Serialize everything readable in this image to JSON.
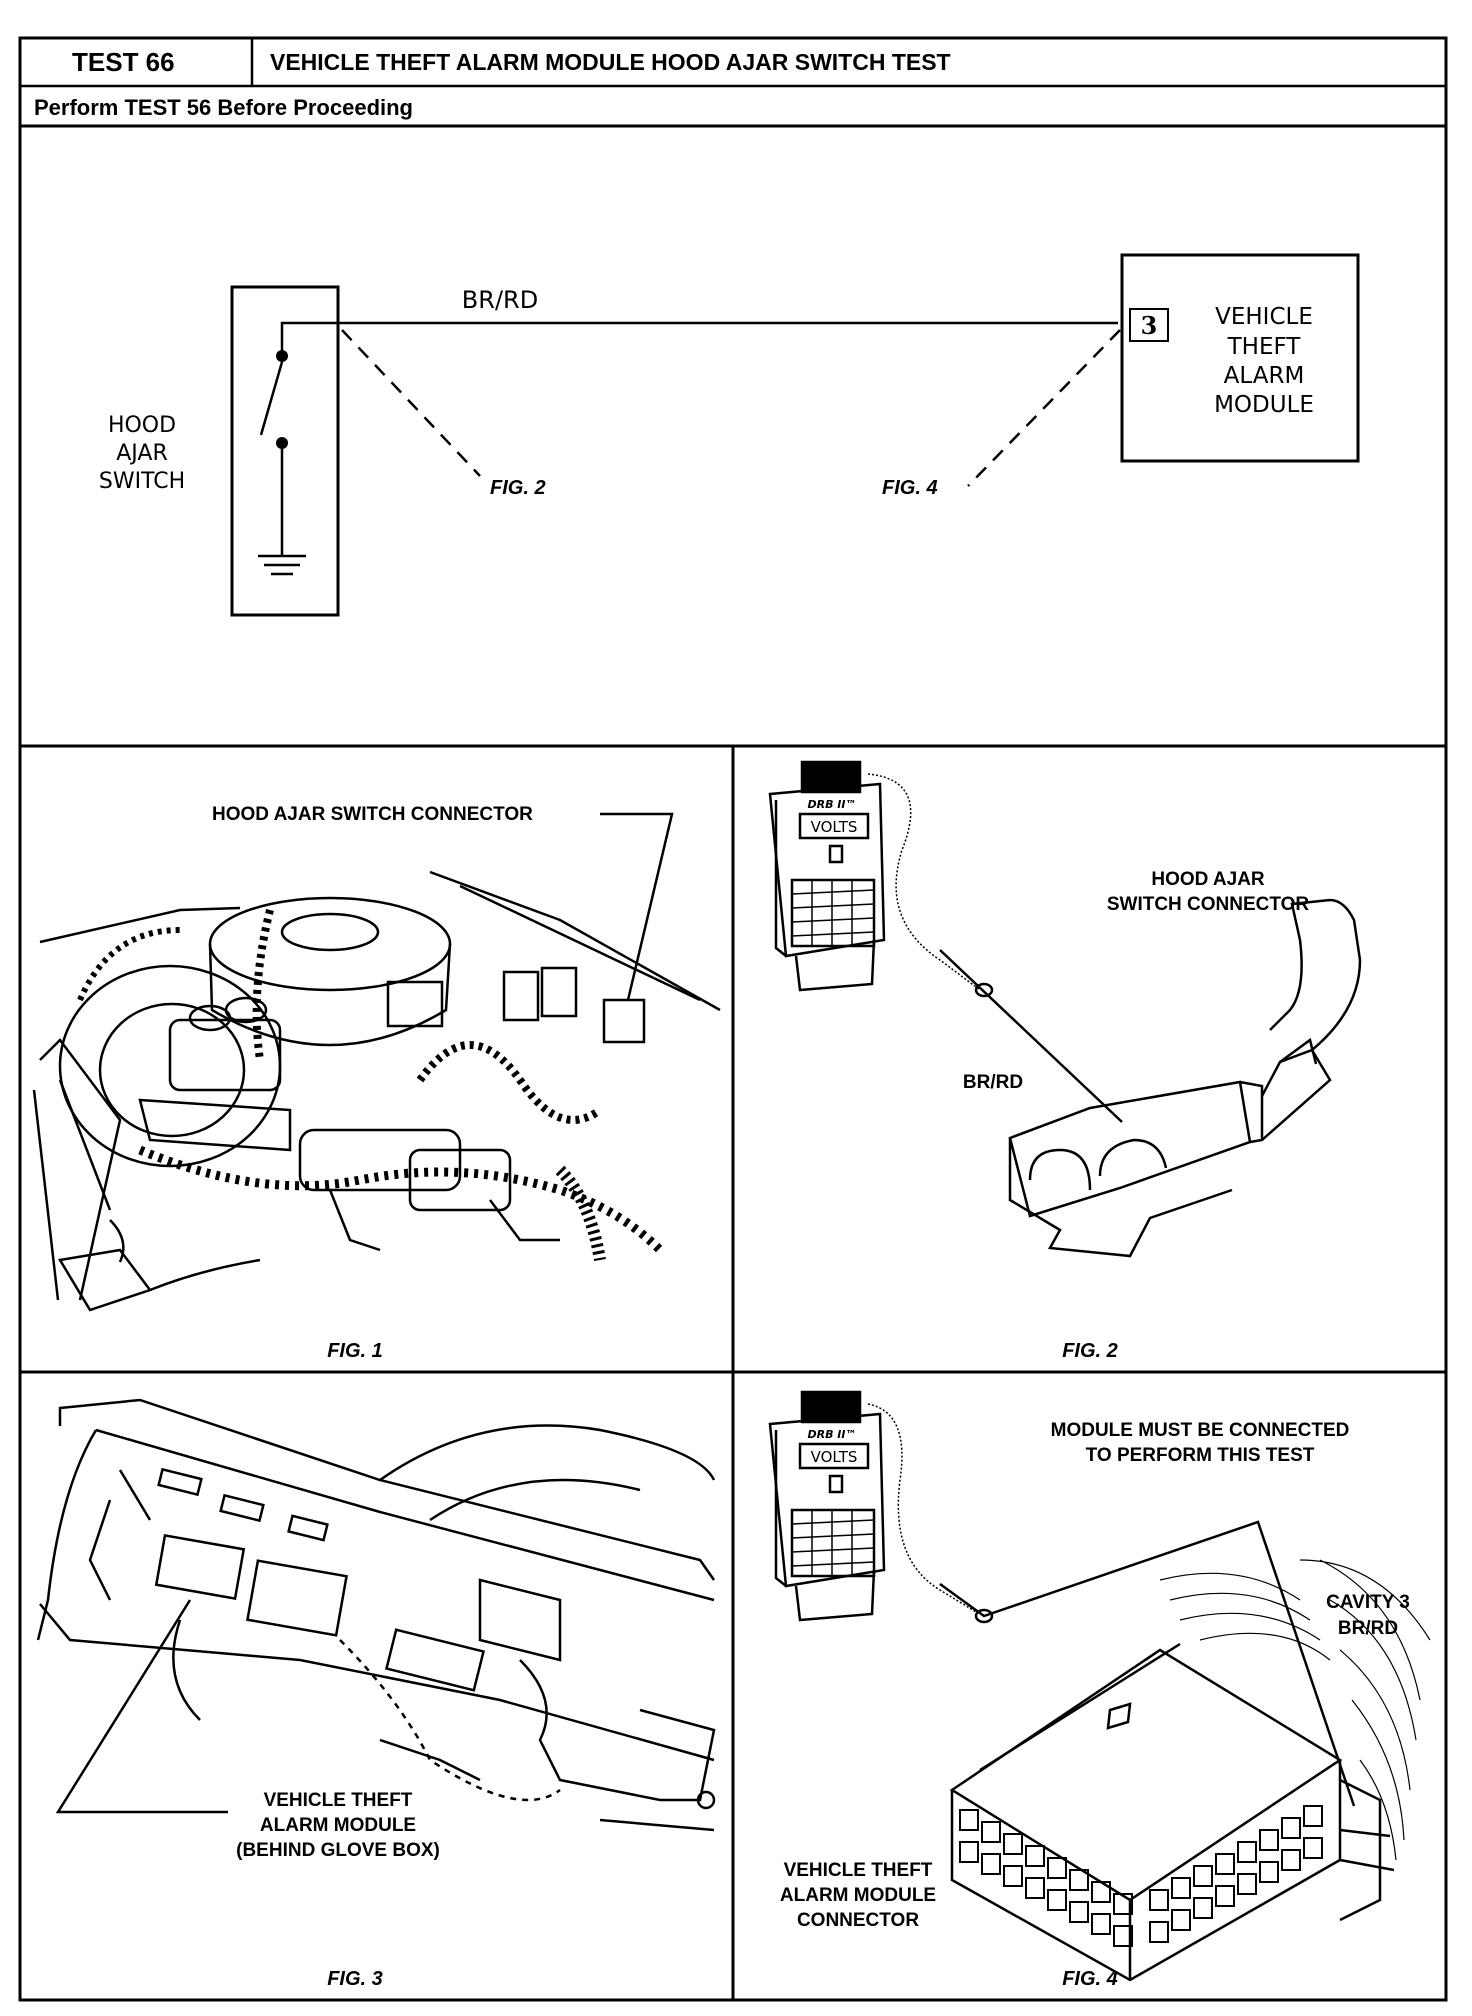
{
  "header": {
    "test_number": "TEST 66",
    "title": "VEHICLE THEFT ALARM MODULE HOOD AJAR SWITCH TEST",
    "prerequisite": "Perform TEST 56 Before Proceeding"
  },
  "schematic": {
    "switch_label": [
      "HOOD",
      "AJAR",
      "SWITCH"
    ],
    "wire_label": "BR/RD",
    "module_pin": "3",
    "module_label": [
      "VEHICLE",
      "THEFT",
      "ALARM",
      "MODULE"
    ],
    "callout_left": "FIG. 2",
    "callout_right": "FIG. 4"
  },
  "figures": {
    "fig1": {
      "caption": "FIG. 1",
      "label": "HOOD AJAR SWITCH CONNECTOR"
    },
    "fig2": {
      "caption": "FIG. 2",
      "label": [
        "HOOD AJAR",
        "SWITCH CONNECTOR"
      ],
      "wire": "BR/RD"
    },
    "fig3": {
      "caption": "FIG. 3",
      "label": [
        "VEHICLE THEFT",
        "ALARM MODULE",
        "(BEHIND GLOVE BOX)"
      ]
    },
    "fig4": {
      "caption": "FIG. 4",
      "note": [
        "MODULE MUST BE CONNECTED",
        "TO PERFORM THIS TEST"
      ],
      "cavity": [
        "CAVITY 3",
        "BR/RD"
      ],
      "connector_label": [
        "VEHICLE THEFT",
        "ALARM MODULE",
        "CONNECTOR"
      ]
    }
  },
  "meter": {
    "brand": "DRB II™",
    "display": "VOLTS"
  }
}
